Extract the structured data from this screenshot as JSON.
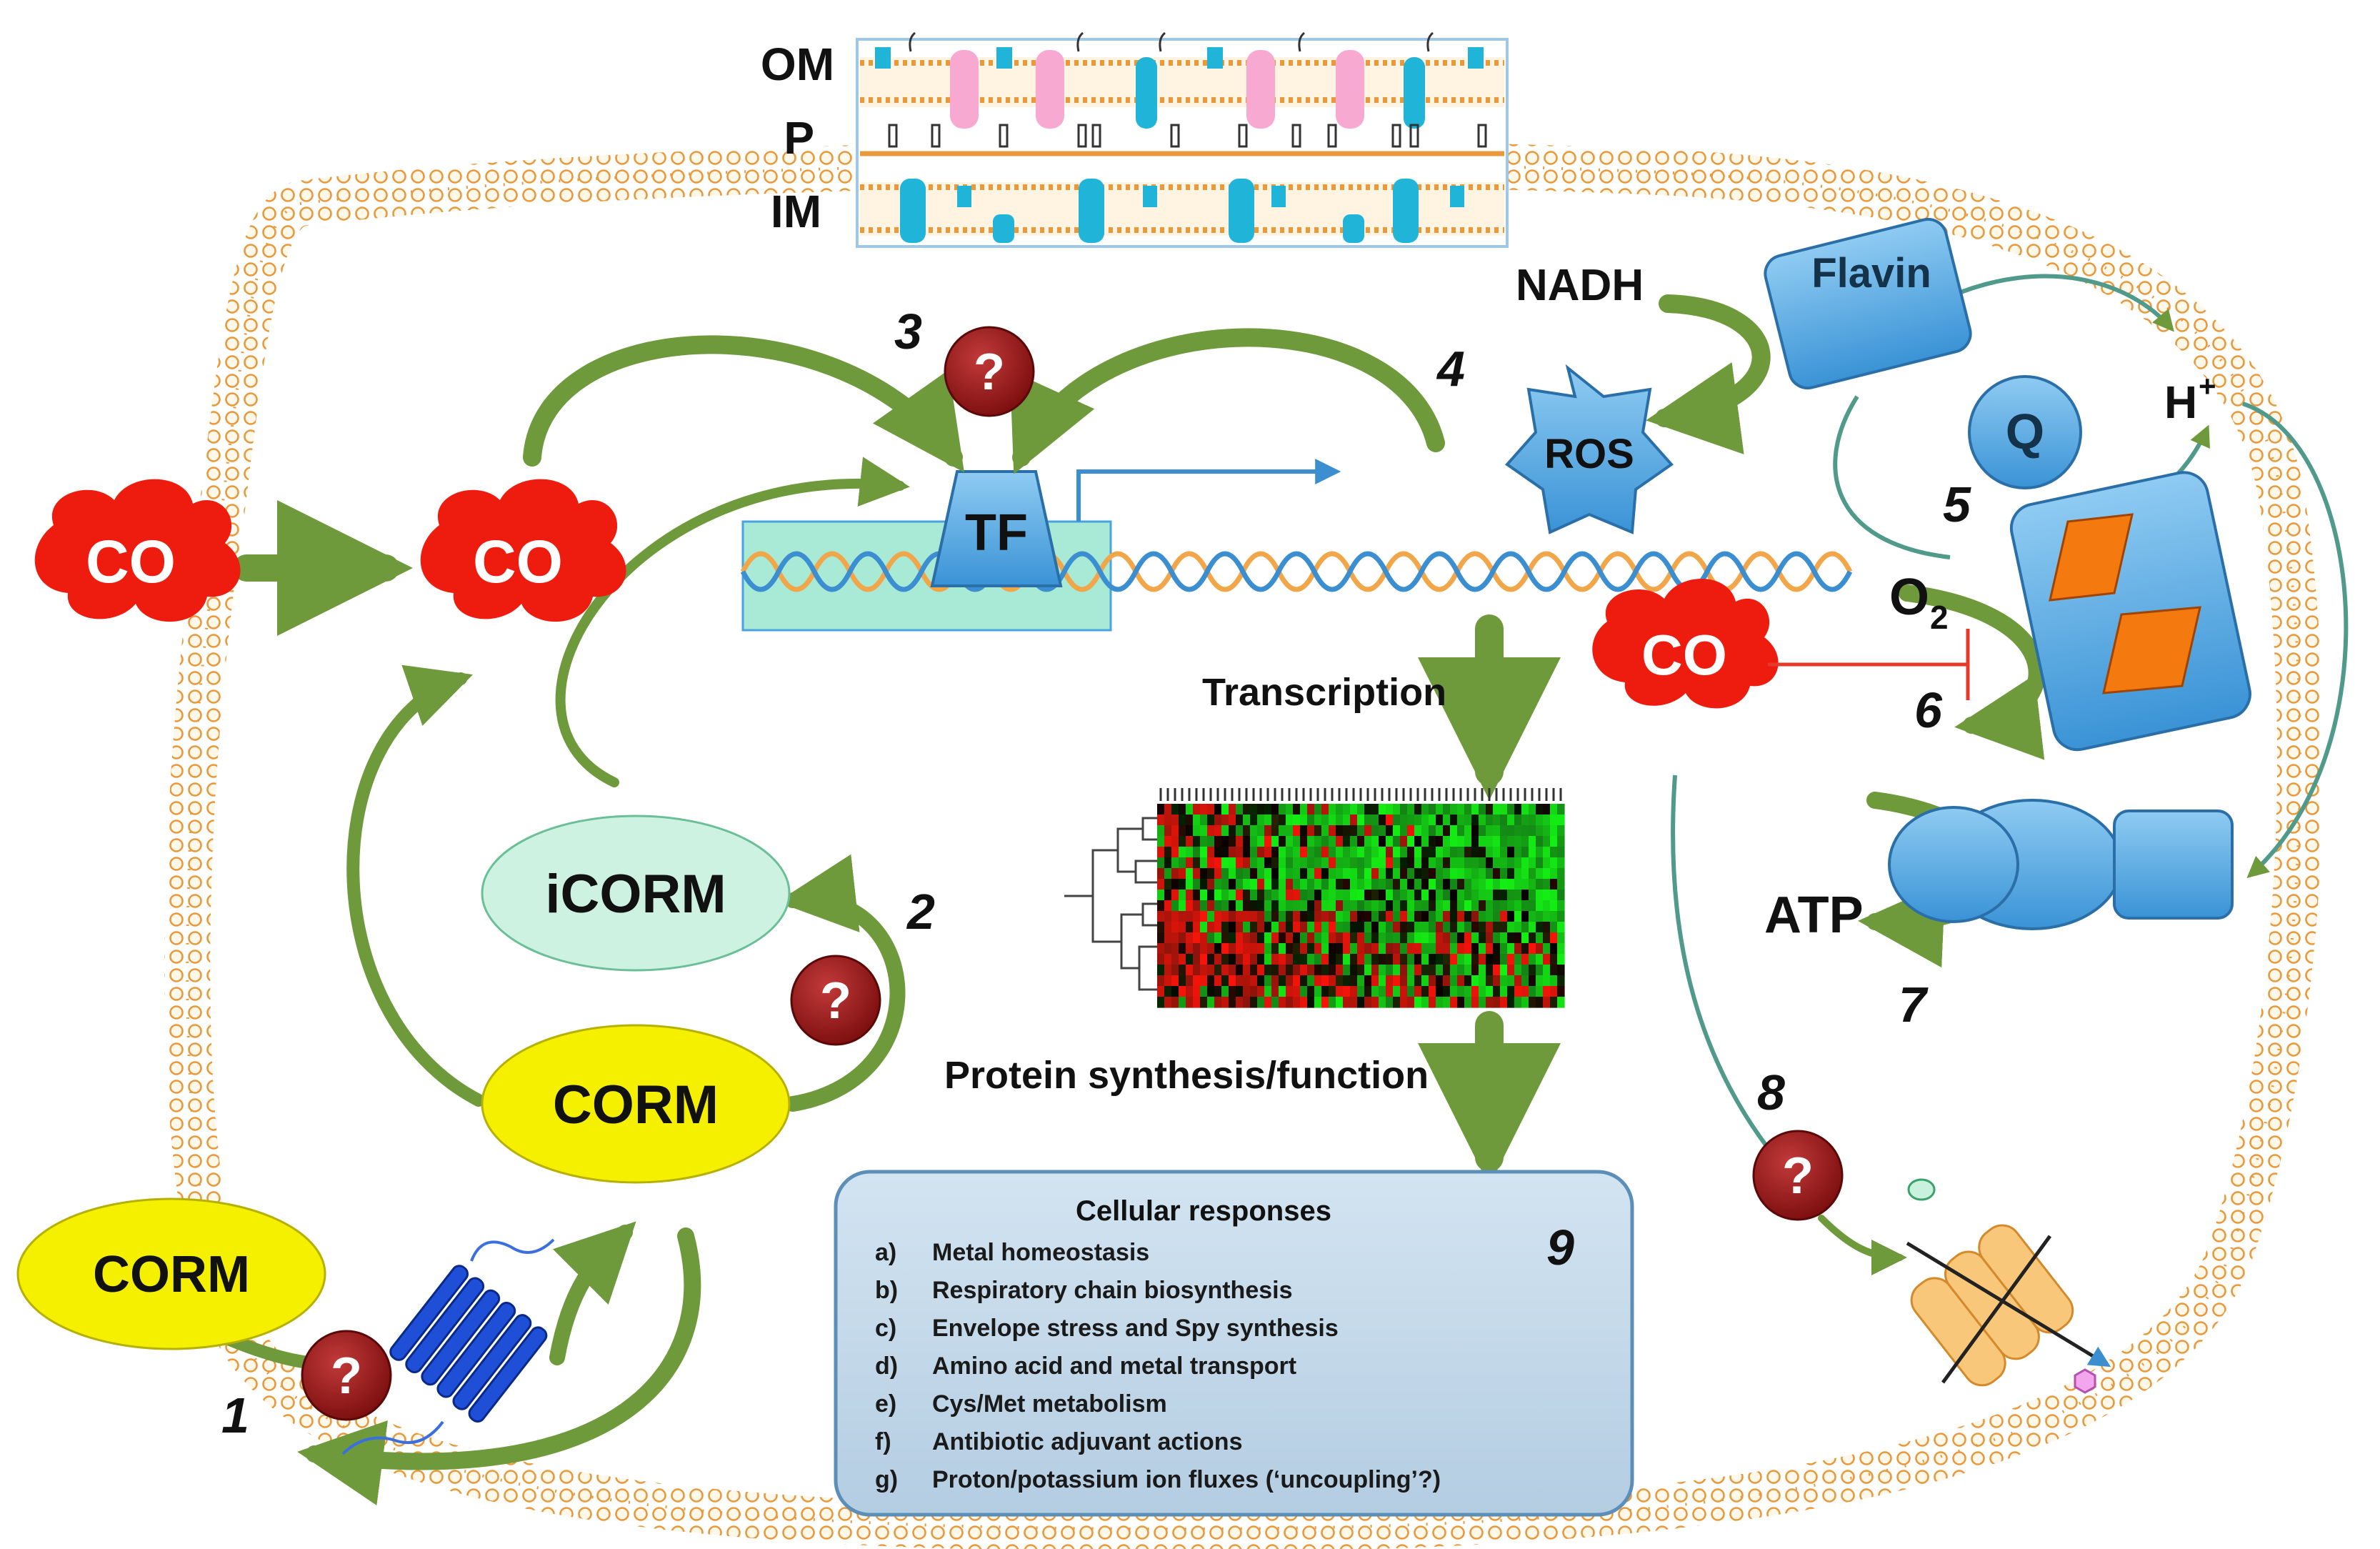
{
  "membrane_layers": [
    "OM",
    "P",
    "IM"
  ],
  "co_label": "CO",
  "corm_label": "CORM",
  "icorm_label": "iCORM",
  "unknown_mark": "?",
  "tf_label": "TF",
  "ros_label": "ROS",
  "nadh_label": "NADH",
  "flavin_label": "Flavin",
  "q_label": "Q",
  "h_base": "H",
  "h_sup": "+",
  "o2_base": "O",
  "o2_sub": "2",
  "atp_label": "ATP",
  "transcription_label": "Transcription",
  "protein_label": "Protein synthesis/function",
  "step_numbers": [
    "1",
    "2",
    "3",
    "4",
    "5",
    "6",
    "7",
    "8",
    "9"
  ],
  "responses": {
    "title": "Cellular responses",
    "items": [
      {
        "letter": "a)",
        "text": "Metal homeostasis"
      },
      {
        "letter": "b)",
        "text": "Respiratory chain biosynthesis"
      },
      {
        "letter": "c)",
        "text": "Envelope stress and Spy synthesis"
      },
      {
        "letter": "d)",
        "text": "Amino acid and metal transport"
      },
      {
        "letter": "e)",
        "text": "Cys/Met metabolism"
      },
      {
        "letter": "f)",
        "text": "Antibiotic adjuvant actions"
      },
      {
        "letter": "g)",
        "text": "Proton/potassium ion fluxes (‘uncoupling’?)"
      }
    ]
  },
  "colors": {
    "co_red": "#ee1c0f",
    "corm_yellow": "#f5ef00",
    "icorm_green": "#cdf2e1",
    "question_red": "#8e1212",
    "arrow_green": "#6e9a3c",
    "blue_component": "#4aa3e0",
    "membrane_orange": "#f2a64a",
    "inhibition_red": "#e53a2a",
    "response_box": "#c3d8ea"
  }
}
